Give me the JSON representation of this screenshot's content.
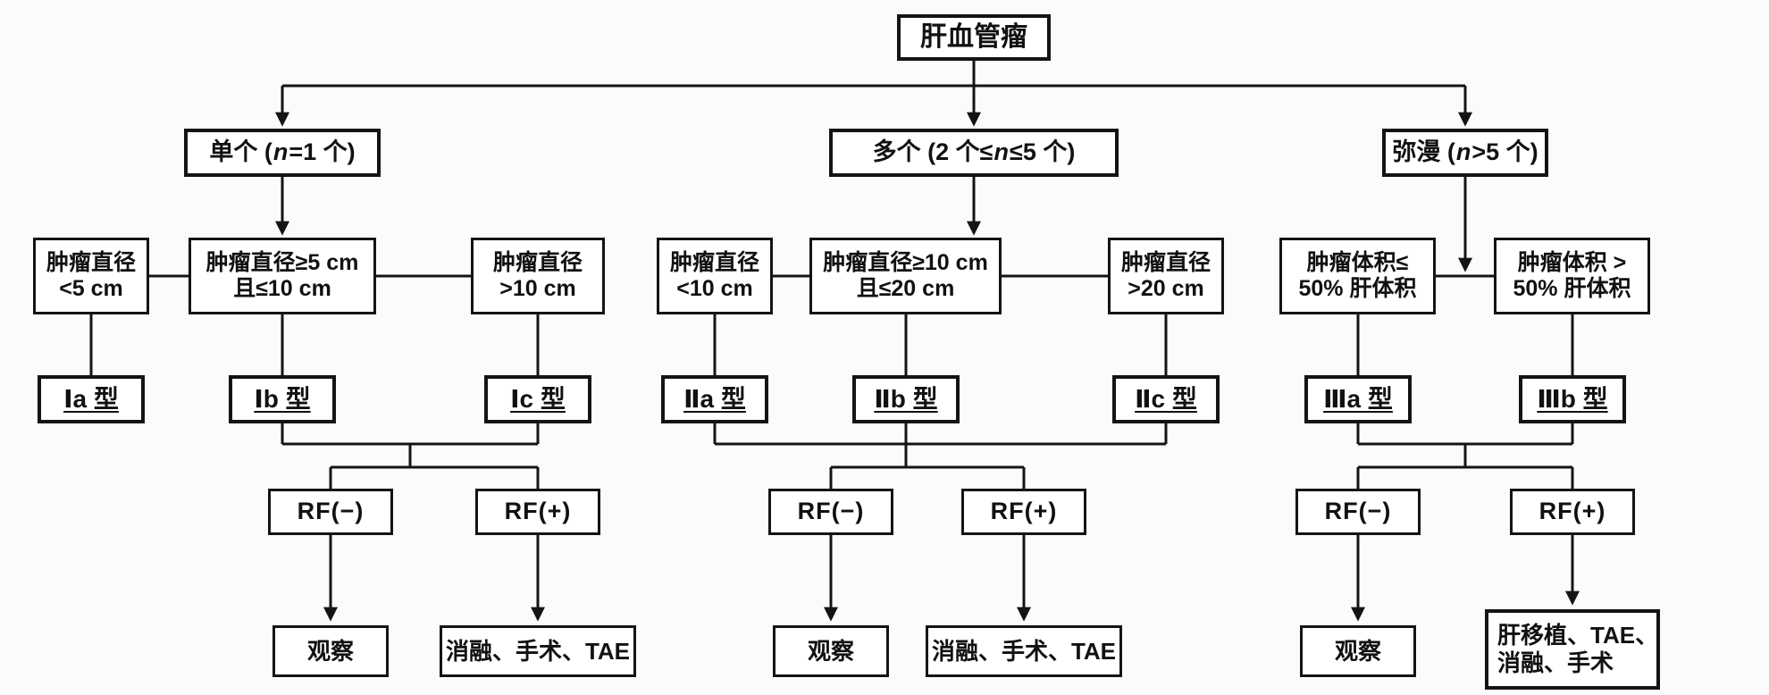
{
  "root": {
    "label": "肝血管瘤"
  },
  "branches": {
    "single": {
      "pre": "单个 (",
      "var": "n",
      "post": "=1 个)"
    },
    "multiple": {
      "pre": "多个 (2 个≤",
      "var": "n",
      "post": "≤5 个)"
    },
    "diffuse": {
      "pre": "弥漫 (",
      "var": "n",
      "post": ">5 个)"
    }
  },
  "criteria": {
    "single_small": {
      "line1": "肿瘤直径",
      "line2": "<5 cm"
    },
    "single_medium": {
      "line1": "肿瘤直径≥5 cm",
      "line2": "且≤10 cm"
    },
    "single_large": {
      "line1": "肿瘤直径",
      "line2": ">10 cm"
    },
    "multiple_small": {
      "line1": "肿瘤直径",
      "line2": "<10 cm"
    },
    "multiple_medium": {
      "line1": "肿瘤直径≥10 cm",
      "line2": "且≤20 cm"
    },
    "multiple_large": {
      "line1": "肿瘤直径",
      "line2": ">20 cm"
    },
    "diffuse_small": {
      "line1": "肿瘤体积≤",
      "line2": "50% 肝体积"
    },
    "diffuse_large": {
      "line1": "肿瘤体积 >",
      "line2": "50% 肝体积"
    }
  },
  "types": {
    "ia": "Ⅰa 型",
    "ib": "Ⅰb 型",
    "ic": "Ⅰc 型",
    "iia": "Ⅱa 型",
    "iib": "Ⅱb 型",
    "iic": "Ⅱc 型",
    "iiia": "Ⅲa 型",
    "iiib": "Ⅲb 型"
  },
  "rf": {
    "negative": "RF(−)",
    "positive": "RF(+)"
  },
  "outcomes": {
    "observe": "观察",
    "ablation_surgery_tae": "消融、手术、TAE",
    "transplant": {
      "line1": "肝移植、TAE、",
      "line2": "消融、手术"
    }
  },
  "colors": {
    "line": "#141414",
    "text": "#111111",
    "box_background": "#ffffff",
    "page_background": "#fbfbfb"
  }
}
